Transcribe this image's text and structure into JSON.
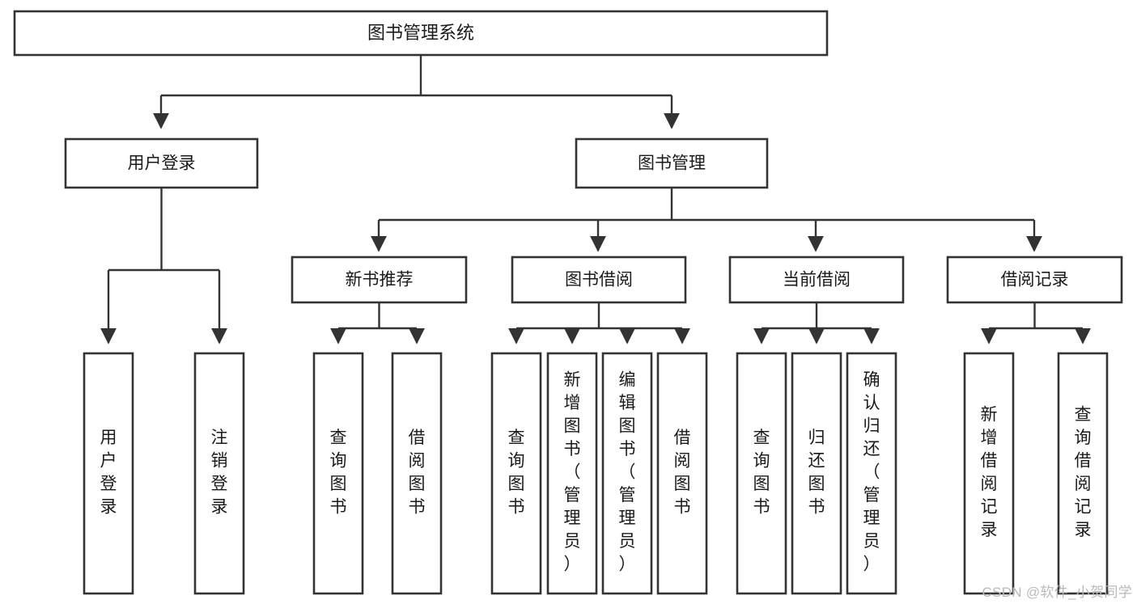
{
  "diagram": {
    "title": "图书管理系统",
    "type": "tree-hierarchy-diagram",
    "watermark": "CSDN @软件_小贺同学",
    "colors": {
      "box_fill": "#ffffff",
      "box_stroke": "#333333",
      "text": "#1a1a1a",
      "watermark": "#b9b9b9",
      "background": "#ffffff"
    },
    "root": {
      "label": "图书管理系统"
    },
    "level2": [
      {
        "label": "用户登录"
      },
      {
        "label": "图书管理"
      }
    ],
    "level3": [
      {
        "label": "新书推荐"
      },
      {
        "label": "图书借阅"
      },
      {
        "label": "当前借阅"
      },
      {
        "label": "借阅记录"
      }
    ],
    "leaves": {
      "user_login": [
        {
          "label": "用户登录"
        },
        {
          "label": "注销登录"
        }
      ],
      "new_book_recommend": [
        {
          "label": "查询图书"
        },
        {
          "label": "借阅图书"
        }
      ],
      "book_borrow": [
        {
          "label": "查询图书"
        },
        {
          "label": "新增图书（管理员）"
        },
        {
          "label": "编辑图书（管理员）"
        },
        {
          "label": "借阅图书"
        }
      ],
      "current_borrow": [
        {
          "label": "查询图书"
        },
        {
          "label": "归还图书"
        },
        {
          "label": "确认归还（管理员）"
        }
      ],
      "borrow_record": [
        {
          "label": "新增借阅记录"
        },
        {
          "label": "查询借阅记录"
        }
      ]
    }
  }
}
